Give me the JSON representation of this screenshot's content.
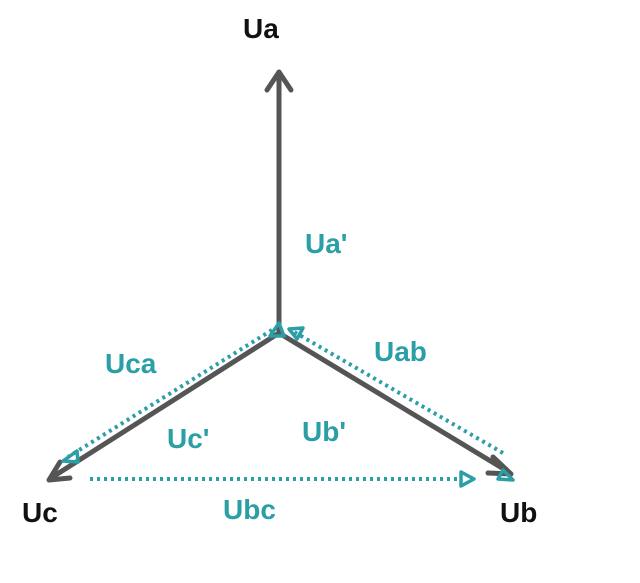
{
  "labels": {
    "ua": "Ua",
    "ub": "Ub",
    "uc": "Uc",
    "ua_prime": "Ua'",
    "ub_prime": "Ub'",
    "uc_prime": "Uc'",
    "uab": "Uab",
    "ubc": "Ubc",
    "uca": "Uca"
  },
  "colors": {
    "phase_vector": "#555555",
    "line_vector": "#2a9fa6",
    "phase_label": "#111111",
    "line_label": "#2a9fa6"
  }
}
